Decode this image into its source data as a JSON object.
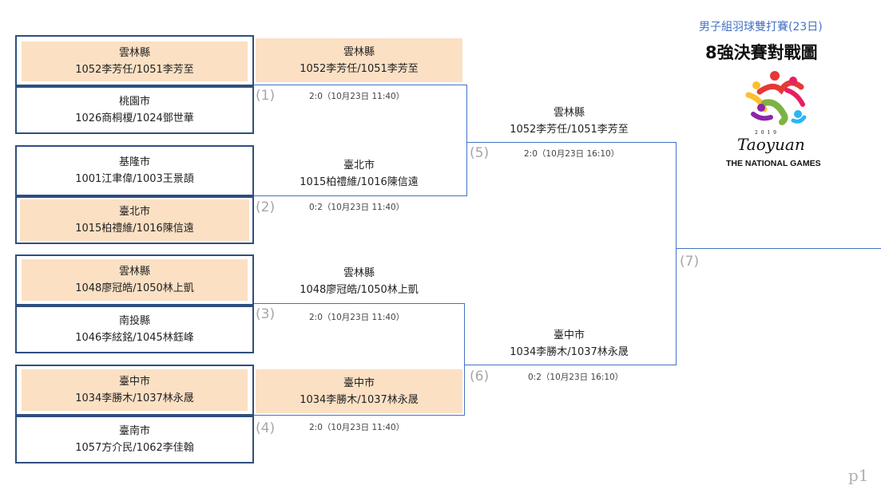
{
  "header": {
    "subtitle": "男子組羽球雙打賽(23日)",
    "title": "8強決賽對戰圖"
  },
  "logo": {
    "year": "2 0 1 9",
    "name": "Taoyuan",
    "caption": "THE NATIONAL GAMES"
  },
  "round1": [
    {
      "county": "雲林縣",
      "players": "1052李芳任/1051李芳至",
      "winner": true
    },
    {
      "county": "桃園市",
      "players": "1026商桐榎/1024鄧世華",
      "winner": false
    },
    {
      "county": "基隆市",
      "players": "1001江聿偉/1003王景頡",
      "winner": false
    },
    {
      "county": "臺北市",
      "players": "1015柏禮維/1016陳信遠",
      "winner": true
    },
    {
      "county": "雲林縣",
      "players": "1048廖冠皓/1050林上凱",
      "winner": true
    },
    {
      "county": "南投縣",
      "players": "1046李絃銘/1045林鈺峰",
      "winner": false
    },
    {
      "county": "臺中市",
      "players": "1034李勝木/1037林永晟",
      "winner": true
    },
    {
      "county": "臺南市",
      "players": "1057方介民/1062李佳翰",
      "winner": false
    }
  ],
  "round2": [
    {
      "county": "雲林縣",
      "players": "1052李芳任/1051李芳至"
    },
    {
      "county": "臺北市",
      "players": "1015柏禮維/1016陳信遠"
    },
    {
      "county": "雲林縣",
      "players": "1048廖冠皓/1050林上凱"
    },
    {
      "county": "臺中市",
      "players": "1034李勝木/1037林永晟"
    }
  ],
  "round3": [
    {
      "county": "雲林縣",
      "players": "1052李芳任/1051李芳至"
    },
    {
      "county": "臺中市",
      "players": "1034李勝木/1037林永晟"
    }
  ],
  "matches": [
    {
      "no": "(1)",
      "score": "2:0（10月23日 11:40）"
    },
    {
      "no": "(2)",
      "score": "0:2（10月23日 11:40）"
    },
    {
      "no": "(3)",
      "score": "2:0（10月23日 11:40）"
    },
    {
      "no": "(4)",
      "score": "2:0（10月23日 11:40）"
    },
    {
      "no": "(5)",
      "score": "2:0（10月23日 16:10）"
    },
    {
      "no": "(6)",
      "score": "0:2（10月23日 16:10）"
    },
    {
      "no": "(7)",
      "score": ""
    }
  ],
  "footer": {
    "page": "p1"
  },
  "colors": {
    "box_border": "#2f4f7f",
    "winner_fill": "#fbe0c4",
    "bracket_line": "#4472c4",
    "subtitle": "#4472c4",
    "match_number": "#a6a6a6"
  }
}
